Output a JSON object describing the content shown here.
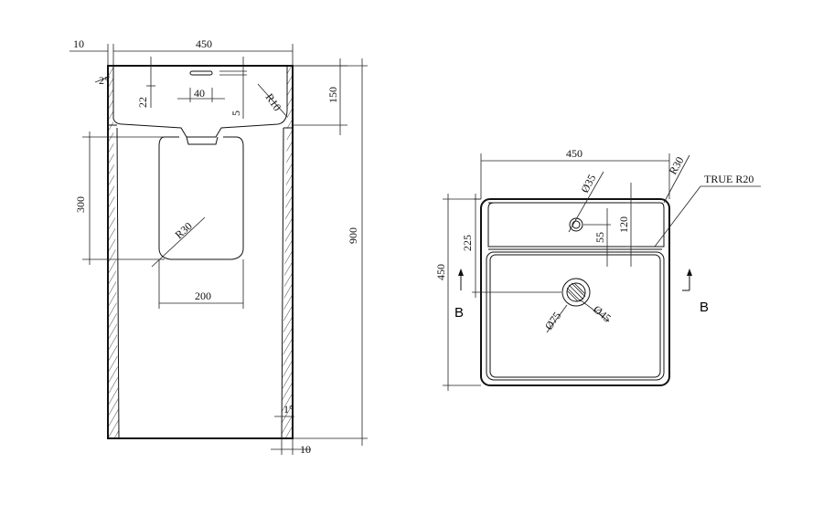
{
  "front_view": {
    "dim_wall_top": "10",
    "dim_width": "450",
    "dim_draft_top": "2°",
    "dim_rim_depth": "22",
    "dim_overflow_width": "40",
    "dim_overflow_offset": "5",
    "dim_radius_rim": "R10",
    "dim_basin_height": "150",
    "dim_cabinet_height": "300",
    "dim_cabinet_radius": "R30",
    "dim_cabinet_width": "200",
    "dim_total_height": "900",
    "dim_draft_bottom": "1°",
    "dim_wall_bottom": "10"
  },
  "top_view": {
    "dim_width": "450",
    "dim_corner_radius": "R30",
    "note_true_radius": "TRUE R20",
    "dim_tap_hole": "Ø35",
    "dim_deck_depth": "120",
    "dim_tap_offset": "55",
    "dim_drain_offset": "225",
    "dim_depth": "450",
    "dim_drain_outer": "Ø75",
    "dim_drain_inner": "Ø45",
    "section_label_left": "B",
    "section_label_right": "B"
  }
}
